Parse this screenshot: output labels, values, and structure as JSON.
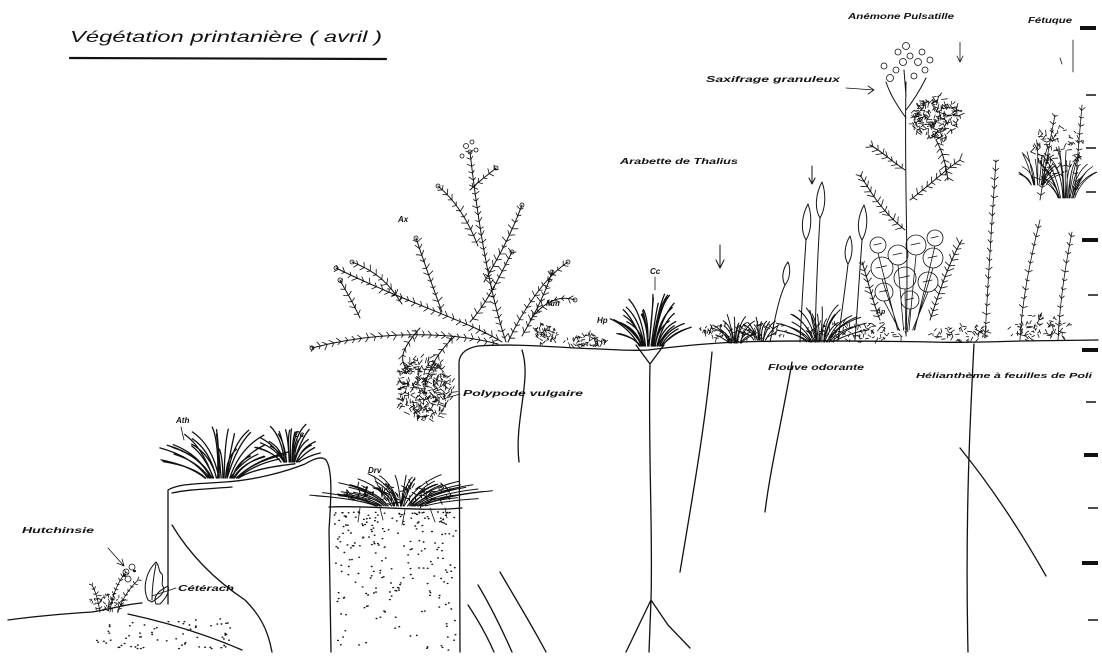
{
  "title": "Végétation printanière ( avril )",
  "labels": {
    "anemone": "Anémone Pulsatille",
    "fetuque": "Fétuque",
    "saxifrage": "Saxifrage granuleux",
    "arabette": "Arabette de Thalius",
    "ax": "Ax",
    "mm": "Mm",
    "hp": "Hp",
    "cc_center": "Cc",
    "ap": "Ap",
    "polypode": "Polypode vulgaire",
    "flouve": "Flouve odorante",
    "helianthemum": "Hélianthème à feuilles de Poli",
    "ath": "Ath",
    "cc_left": "Cc",
    "drv": "Drv",
    "hutchinsie": "Hutchinsie",
    "ceterach": "Cétérach"
  },
  "colors": {
    "ink": "#111111",
    "paper": "#ffffff"
  }
}
